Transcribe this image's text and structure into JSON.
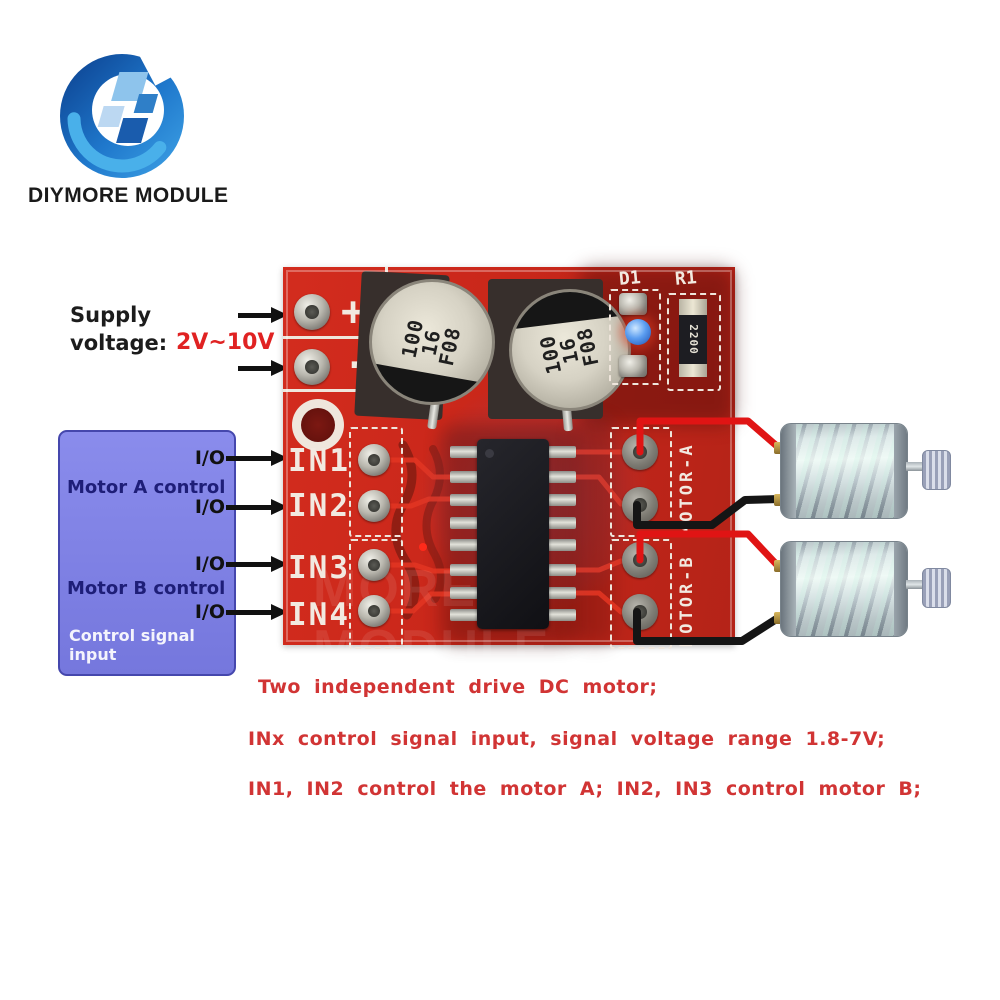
{
  "brand": {
    "name": "DIYMORE MODULE"
  },
  "supply": {
    "line1": "Supply",
    "line2": "voltage:",
    "range": "2V~10V"
  },
  "control_box": {
    "io_label": "I/O",
    "motor_a_label": "Motor A control",
    "motor_b_label": "Motor B control",
    "caption": "Control signal input"
  },
  "pcb": {
    "terminal_plus": "+",
    "terminal_minus": "-",
    "input_pins": [
      "IN1",
      "IN2",
      "IN3",
      "IN4"
    ],
    "capacitor_marking": [
      "100",
      "16",
      "F08"
    ],
    "diode_label": "D1",
    "resistor_label": "R1",
    "resistor_code": "2200",
    "motor_a_port": "MOTOR-A",
    "motor_b_port": "MOTOR-B",
    "watermark": "MORE MODULE"
  },
  "features": [
    "Two independent drive DC motor;",
    "INx control signal input, signal voltage range 1.8-7V;",
    "IN1, IN2 control the motor A; IN2, IN3 control motor B;"
  ],
  "colors": {
    "pcb_red": "#c9281a",
    "control_box_purple": "#7e80e4",
    "feature_text_red": "#d13434",
    "wire_red": "#e01414",
    "wire_black": "#151515",
    "logo_blue": "#1f78cc",
    "silkscreen_white": "#f2e9e0"
  }
}
